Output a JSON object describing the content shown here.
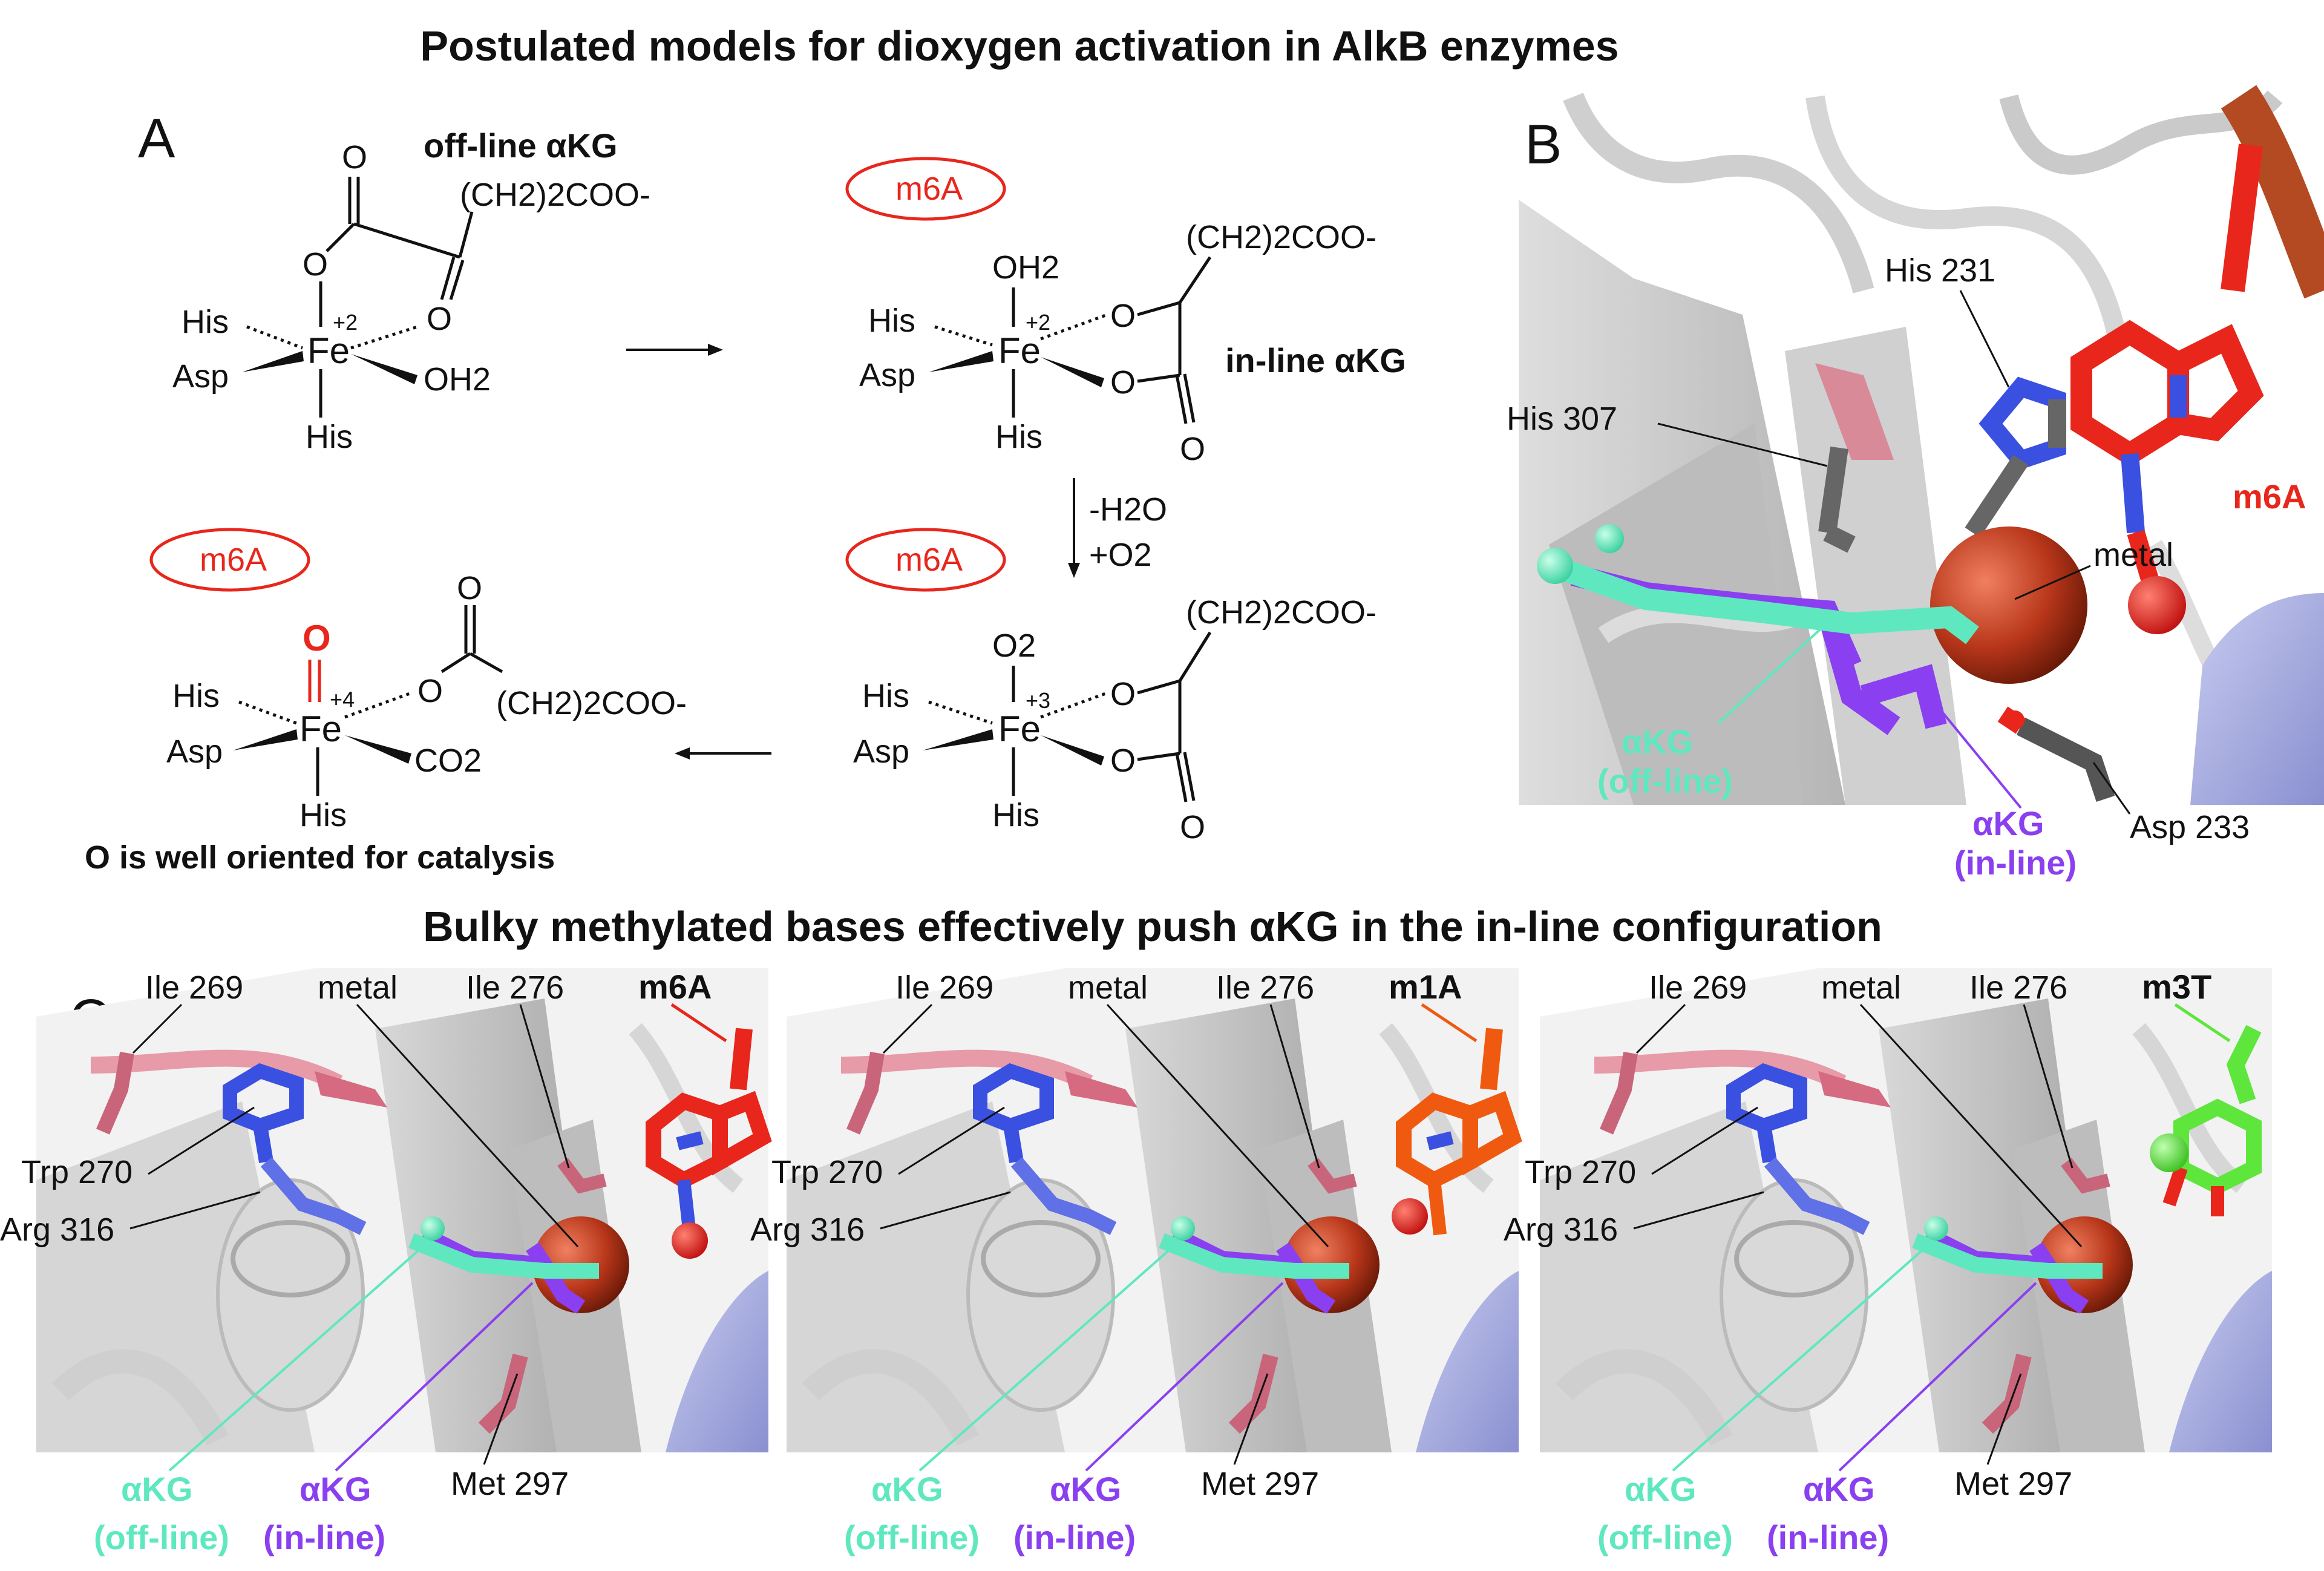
{
  "title": "Postulated models for dioxygen activation in AlkB enzymes",
  "panelA": {
    "letter": "A",
    "s1": {
      "label": "off-line αKG",
      "chain": "(CH2)2COO-",
      "fe": "Fe",
      "ox": "+2",
      "ligands": {
        "his_top": "His",
        "asp": "Asp",
        "his_bottom": "His",
        "oh2": "OH2",
        "o": "O"
      }
    },
    "s2": {
      "badge": "m6A",
      "label": "in-line αKG",
      "chain": "(CH2)2COO-",
      "fe": "Fe",
      "ox": "+2",
      "ligands": {
        "top": "OH2",
        "his_top": "His",
        "asp": "Asp",
        "his_bottom": "His",
        "o": "O"
      }
    },
    "step": {
      "line1": "-H2O",
      "line2": "+O2"
    },
    "s3": {
      "badge": "m6A",
      "chain": "(CH2)2COO-",
      "fe": "Fe",
      "ox": "+3",
      "ligands": {
        "top": "O2",
        "his_top": "His",
        "asp": "Asp",
        "his_bottom": "His",
        "o": "O"
      }
    },
    "s4": {
      "badge": "m6A",
      "chain": "(CH2)2COO-",
      "fe": "Fe",
      "ox": "+4",
      "ligands": {
        "top": "O",
        "his_top": "His",
        "asp": "Asp",
        "his_bottom": "His",
        "co2": "CO2",
        "o": "O"
      },
      "caption": "O is well oriented for catalysis"
    }
  },
  "panelB": {
    "letter": "B",
    "labels": {
      "his231": "His 231",
      "his307": "His 307",
      "m6a": "m6A",
      "metal": "metal",
      "akg_off": "αKG",
      "akg_off_sub": "(off-line)",
      "akg_in": "αKG",
      "akg_in_sub": "(in-line)",
      "asp233": "Asp 233"
    }
  },
  "panelC": {
    "letter": "C",
    "subtitle": "Bulky methylated bases effectively push αKG in the in-line configuration",
    "panels": [
      {
        "base": "m6A",
        "base_color": "#e8261c"
      },
      {
        "base": "m1A",
        "base_color": "#f05a10"
      },
      {
        "base": "m3T",
        "base_color": "#5ee63c"
      }
    ],
    "labels": {
      "ile269": "Ile 269",
      "metal": "metal",
      "ile276": "Ile 276",
      "trp270": "Trp 270",
      "arg316": "Arg 316",
      "met297": "Met 297",
      "akg": "αKG",
      "off": "(off-line)",
      "in": "(in-line)"
    }
  },
  "colors": {
    "red": "#e8261c",
    "teal": "#5fe8bf",
    "purple": "#8a3ff0",
    "blue": "#3a50e0",
    "pink": "#c9657a",
    "metal": "#b8361a",
    "protein": "#cfcfcf",
    "helix": "#aab0e6"
  }
}
